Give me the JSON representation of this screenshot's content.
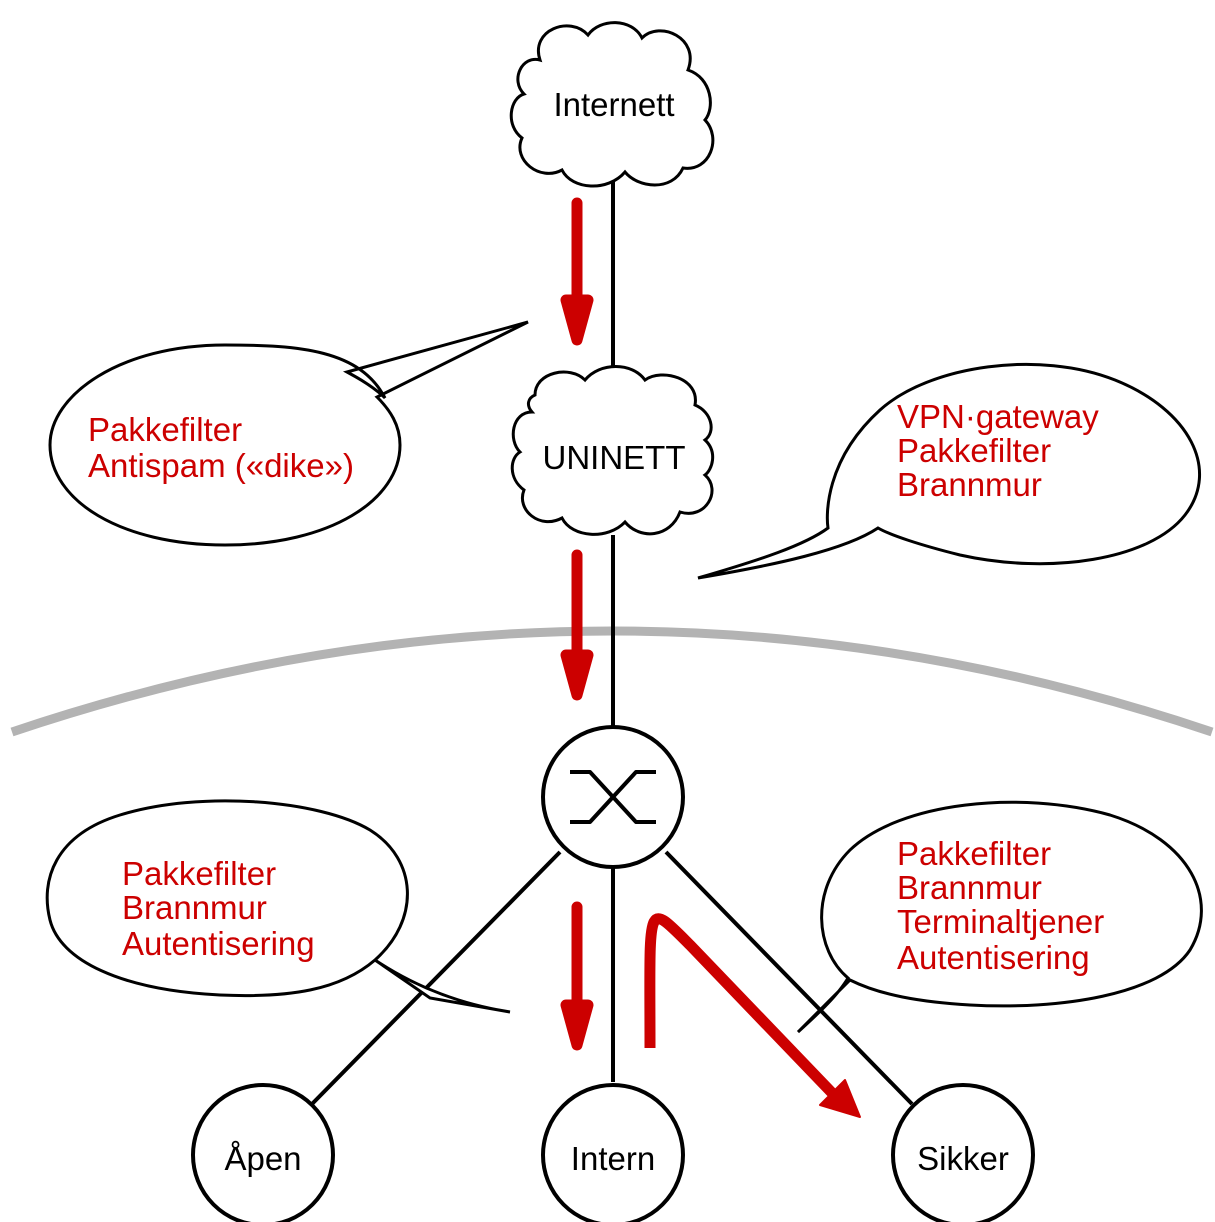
{
  "colors": {
    "accent": "#cc0000",
    "outline": "#000000",
    "perimeter": "#b3b3b3",
    "background": "#ffffff"
  },
  "nodes": {
    "internet": "Internett",
    "uninett": "UNINETT",
    "router_icon": "crossed-arrows-icon",
    "open": "Åpen",
    "internal": "Intern",
    "secure": "Sikker"
  },
  "callouts": {
    "top_left": [
      "Pakkefilter",
      "Antispam («dike»)"
    ],
    "top_right": [
      "VPN·gateway",
      "Pakkefilter",
      "Brannmur"
    ],
    "bottom_left": [
      "Pakkefilter",
      "Brannmur",
      "Autentisering"
    ],
    "bottom_right": [
      "Pakkefilter",
      "Brannmur",
      "Terminaltjener",
      "Autentisering"
    ]
  }
}
